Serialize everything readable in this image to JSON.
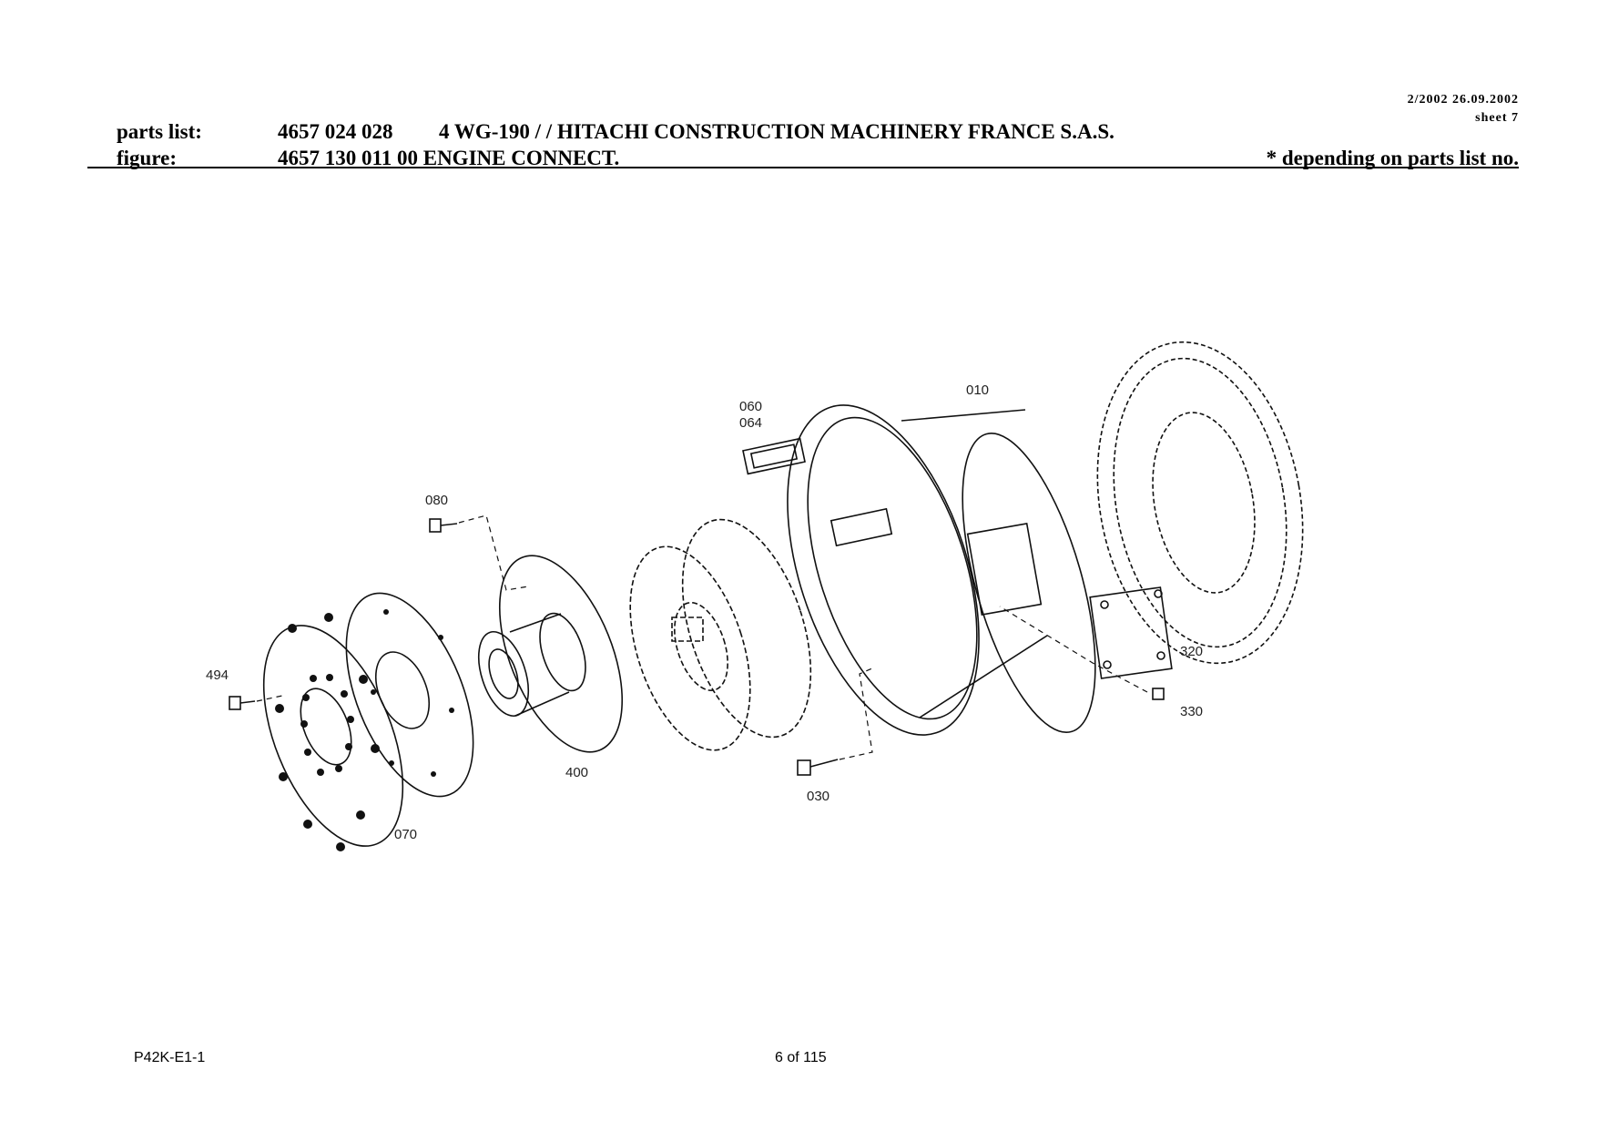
{
  "header": {
    "date_line": "2/2002 26.09.2002",
    "sheet": "sheet 7",
    "parts_list_label": "parts list:",
    "parts_list_number": "4657 024 028",
    "parts_list_desc": "4 WG-190 /  / HITACHI CONSTRUCTION MACHINERY FRANCE S.A.S.",
    "figure_label": "figure:",
    "figure_value": "4657 130 011 00 ENGINE CONNECT.",
    "note": "*  depending on parts list no."
  },
  "callouts": {
    "p010": "010",
    "p030": "030",
    "p060": "060",
    "p064": "064",
    "p070": "070",
    "p080": "080",
    "p320": "320",
    "p330": "330",
    "p400": "400",
    "p494": "494"
  },
  "footer": {
    "doc_code": "P42K-E1-1",
    "page": "6 of 115"
  }
}
